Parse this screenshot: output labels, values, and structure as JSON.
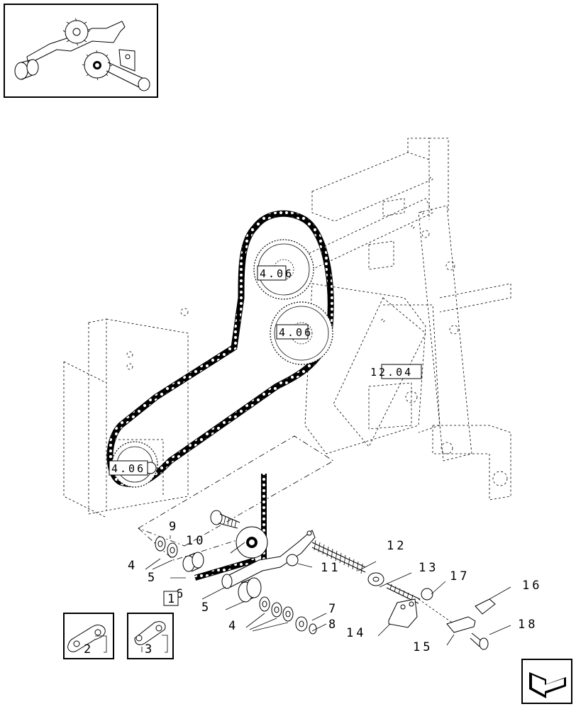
{
  "callouts": {
    "n1": "1",
    "n2": "2",
    "n3": "3",
    "n4": "4",
    "n5": "5",
    "n6": "6",
    "n7": "7",
    "n8": "8",
    "n9": "9",
    "n10": "10",
    "n11": "11",
    "n12": "12",
    "n13": "13",
    "n14": "14",
    "n15": "15",
    "n16": "16",
    "n17": "17",
    "n18": "18"
  },
  "references": {
    "ref_upper_sprocket": "4.06",
    "ref_middle_sprocket": "4.06",
    "ref_lower_sprocket": "4.06",
    "ref_frame": "12.04"
  },
  "icons": [
    "chain-link-connector-icon",
    "offset-link-connector-icon",
    "page-arrow-icon"
  ]
}
